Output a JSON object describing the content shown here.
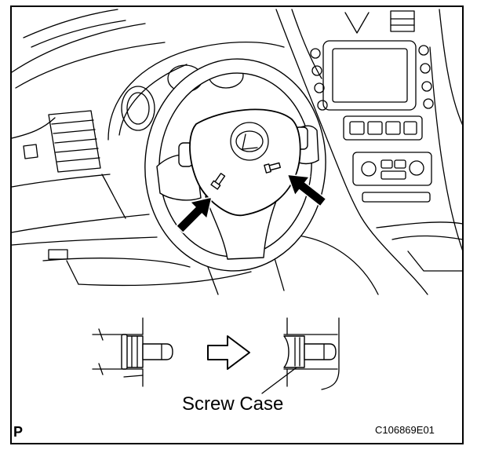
{
  "figure": {
    "callout_label": "Screw Case",
    "panel_letter": "P",
    "figure_code": "C106869E01"
  },
  "colors": {
    "line": "#000000",
    "background": "#ffffff"
  },
  "icons": {
    "removal_arrow": "solid-arrow-icon",
    "transition_arrow": "hollow-right-arrow-icon"
  }
}
